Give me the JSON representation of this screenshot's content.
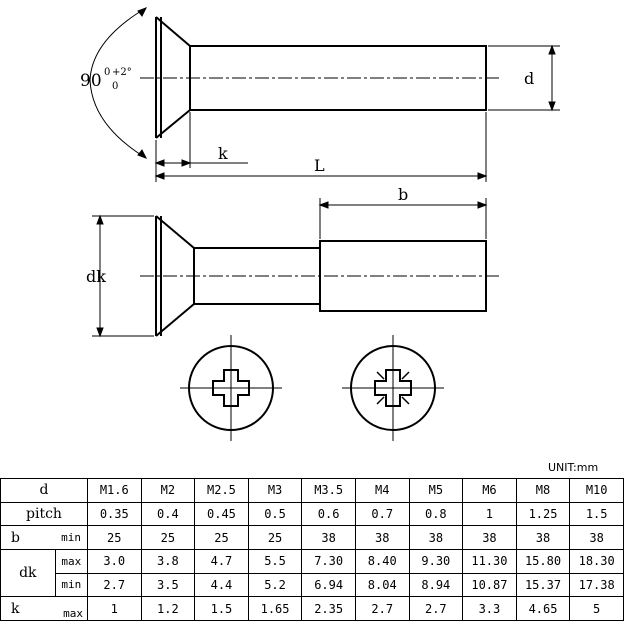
{
  "drawing": {
    "angle_label": "90",
    "angle_tol_upper": "+2°",
    "angle_tol_lower": "0",
    "angle_base": "0",
    "d_label": "d",
    "k_label": "k",
    "L_label": "L",
    "b_label": "b",
    "dk_label": "dk"
  },
  "unit_label": "UNIT:mm",
  "table": {
    "header": {
      "label": "d",
      "sizes": [
        "M1.6",
        "M2",
        "M2.5",
        "M3",
        "M3.5",
        "M4",
        "M5",
        "M6",
        "M8",
        "M10"
      ]
    },
    "pitch": {
      "label": "pitch",
      "values": [
        "0.35",
        "0.4",
        "0.45",
        "0.5",
        "0.6",
        "0.7",
        "0.8",
        "1",
        "1.25",
        "1.5"
      ]
    },
    "b": {
      "label": "b",
      "sub": "min",
      "values": [
        "25",
        "25",
        "25",
        "25",
        "38",
        "38",
        "38",
        "38",
        "38",
        "38"
      ]
    },
    "dk": {
      "label": "dk",
      "max_label": "max",
      "max_values": [
        "3.0",
        "3.8",
        "4.7",
        "5.5",
        "7.30",
        "8.40",
        "9.30",
        "11.30",
        "15.80",
        "18.30"
      ],
      "min_label": "min",
      "min_values": [
        "2.7",
        "3.5",
        "4.4",
        "5.2",
        "6.94",
        "8.04",
        "8.94",
        "10.87",
        "15.37",
        "17.38"
      ]
    },
    "k": {
      "label": "k",
      "sub": "max",
      "values": [
        "1",
        "1.2",
        "1.5",
        "1.65",
        "2.35",
        "2.7",
        "2.7",
        "3.3",
        "4.65",
        "5"
      ]
    }
  }
}
